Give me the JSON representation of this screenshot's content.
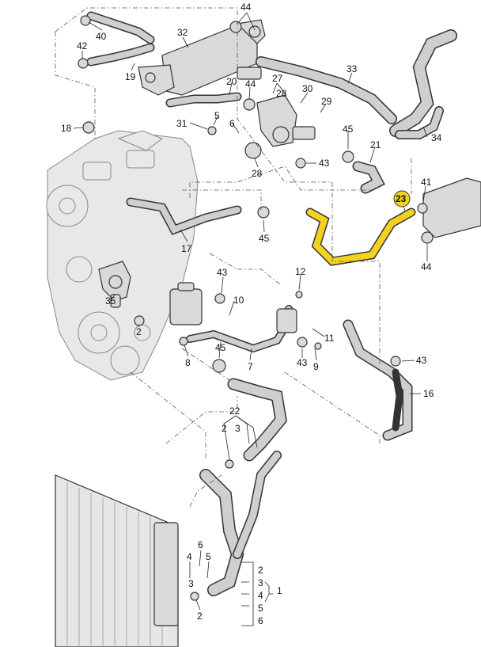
{
  "callouts": [
    {
      "id": "c44a",
      "text": "44"
    },
    {
      "id": "c40",
      "text": "40"
    },
    {
      "id": "c32",
      "text": "32"
    },
    {
      "id": "c42",
      "text": "42"
    },
    {
      "id": "c19",
      "text": "19"
    },
    {
      "id": "c20",
      "text": "20"
    },
    {
      "id": "c44b",
      "text": "44"
    },
    {
      "id": "c27",
      "text": "27"
    },
    {
      "id": "c28a",
      "text": "28"
    },
    {
      "id": "c30",
      "text": "30"
    },
    {
      "id": "c33",
      "text": "33"
    },
    {
      "id": "c29",
      "text": "29"
    },
    {
      "id": "c18",
      "text": "18"
    },
    {
      "id": "c5a",
      "text": "5"
    },
    {
      "id": "c6a",
      "text": "6"
    },
    {
      "id": "c31",
      "text": "31"
    },
    {
      "id": "c45a",
      "text": "45"
    },
    {
      "id": "c21",
      "text": "21"
    },
    {
      "id": "c34",
      "text": "34"
    },
    {
      "id": "c43a",
      "text": "43"
    },
    {
      "id": "c28b",
      "text": "28"
    },
    {
      "id": "c23",
      "text": "23"
    },
    {
      "id": "c41",
      "text": "41"
    },
    {
      "id": "c45b",
      "text": "45"
    },
    {
      "id": "c17",
      "text": "17"
    },
    {
      "id": "c44c",
      "text": "44"
    },
    {
      "id": "c43b",
      "text": "43"
    },
    {
      "id": "c12",
      "text": "12"
    },
    {
      "id": "c10",
      "text": "10"
    },
    {
      "id": "c35",
      "text": "35"
    },
    {
      "id": "c2a",
      "text": "2"
    },
    {
      "id": "c11",
      "text": "11"
    },
    {
      "id": "c45c",
      "text": "45"
    },
    {
      "id": "c8",
      "text": "8"
    },
    {
      "id": "c7",
      "text": "7"
    },
    {
      "id": "c43c",
      "text": "43"
    },
    {
      "id": "c9",
      "text": "9"
    },
    {
      "id": "c43d",
      "text": "43"
    },
    {
      "id": "c16",
      "text": "16"
    },
    {
      "id": "c22",
      "text": "22"
    },
    {
      "id": "c2b",
      "text": "2"
    },
    {
      "id": "c3a",
      "text": "3"
    },
    {
      "id": "c6b",
      "text": "6"
    },
    {
      "id": "c4a",
      "text": "4"
    },
    {
      "id": "c5b",
      "text": "5"
    },
    {
      "id": "c3b",
      "text": "3"
    },
    {
      "id": "c2c",
      "text": "2"
    }
  ],
  "bracket_group": {
    "items": [
      "2",
      "3",
      "4",
      "5",
      "6"
    ],
    "total": "1"
  },
  "colors": {
    "highlight": "#f2d21e",
    "line": "#222222",
    "part_fill": "#d9d9d9"
  },
  "icons": [
    "hose",
    "clamp",
    "coolant-flange",
    "egr-cooler",
    "radiator",
    "engine-block",
    "expansion-tank",
    "bolt",
    "sensor",
    "o-ring"
  ]
}
